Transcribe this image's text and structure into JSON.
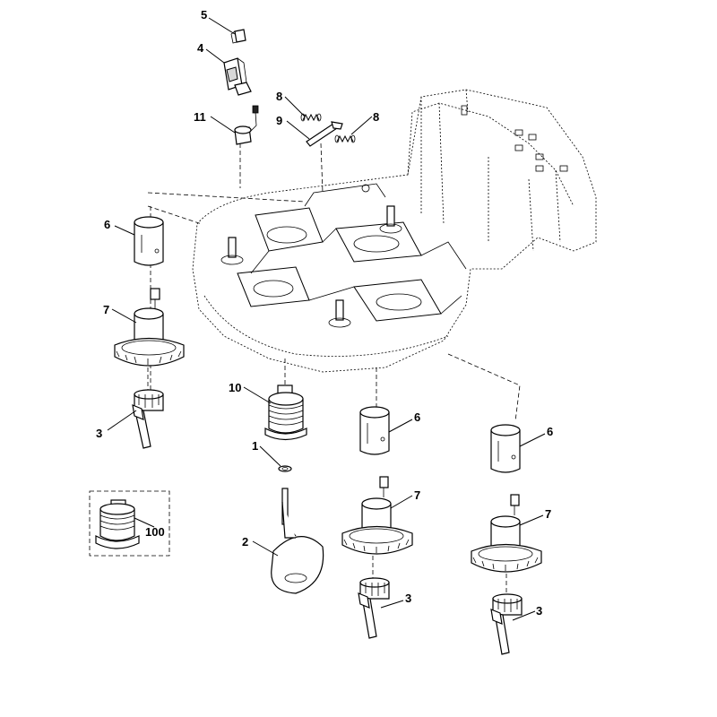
{
  "callouts": {
    "c1": "1",
    "c2": "2",
    "c3a": "3",
    "c3b": "3",
    "c3c": "3",
    "c4": "4",
    "c5": "5",
    "c6a": "6",
    "c6b": "6",
    "c6c": "6",
    "c7a": "7",
    "c7b": "7",
    "c7c": "7",
    "c8a": "8",
    "c8b": "8",
    "c9": "9",
    "c10": "10",
    "c11": "11",
    "c100": "100"
  }
}
